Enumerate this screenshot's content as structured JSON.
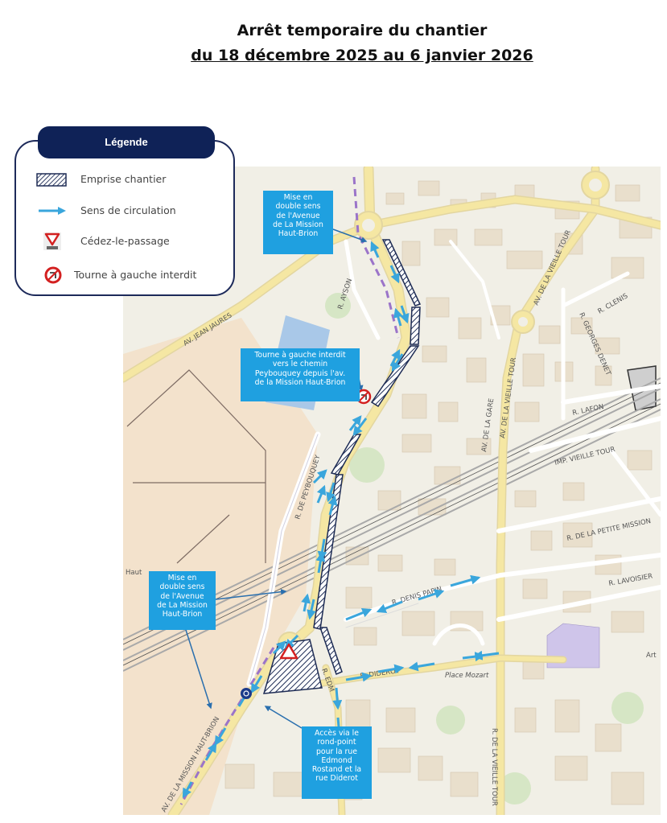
{
  "title": {
    "line1": "Arrêt temporaire du chantier",
    "line2": "du 18 décembre 2025 au 6 janvier 2026"
  },
  "legend": {
    "header": "Légende",
    "items": [
      {
        "label": "Emprise chantier",
        "icon": "hatched-rectangle-icon"
      },
      {
        "label": "Sens de circulation",
        "icon": "blue-arrow-icon"
      },
      {
        "label": "Cédez-le-passage",
        "icon": "yield-sign-icon"
      },
      {
        "label": "Tourne à gauche interdit",
        "icon": "no-left-turn-icon"
      }
    ]
  },
  "callouts": {
    "top": "Mise en\ndouble sens\nde l'Avenue\nde La Mission\nHaut-Brion",
    "middle": "Tourne à gauche interdit\nvers le chemin\nPeybouquey depuis l'av.\nde la Mission Haut-Brion",
    "left": "Mise en\ndouble sens\nde l'Avenue\nde La Mission\nHaut-Brion",
    "bottom": "Accès via le\nrond-point\npour la rue\nEdmond\nRostand et la\nrue Diderot"
  },
  "streets": {
    "av_jean_jaures": "AV. JEAN JAURES",
    "r_ayson": "R. AYSON",
    "av_vieille_tour": "AV. DE LA VIEILLE TOUR",
    "r_clenis": "R. CLENIS",
    "r_georges_denet": "R. GEORGES DENET",
    "r_lafon": "R. LAFON",
    "imp_vieille_tour": "IMP. VIEILLE TOUR",
    "av_de_la_gare": "AV. DE LA GARE",
    "av_vieille_tour_2": "AV. DE LA VIEILLE TOUR",
    "r_de_peybouquey": "R. DE PEYBOUQUEY",
    "r_petite_mission": "R. DE LA PETITE MISSION",
    "r_denis_papin": "R. DENIS PAPIN",
    "r_lavoisier": "R. LAVOISIER",
    "r_diderot": "R. DIDEROT",
    "place_mozart": "Place Mozart",
    "r_edmond": "R. EDM",
    "r_vieille_tour": "R. DE LA VIEILLE TOUR",
    "av_mission_haut_brion": "AV. DE LA MISSION HAUT-BRION",
    "haut": "Haut",
    "art": "Art"
  },
  "colors": {
    "navy": "#0f2257",
    "callout_blue": "#1fa0e0",
    "arrow_blue": "#3aa6dc",
    "road_yellow": "#f5e7a3",
    "building": "#e9dfcc",
    "field": "#f3e2cc",
    "purple_dash": "#9b74c9"
  }
}
